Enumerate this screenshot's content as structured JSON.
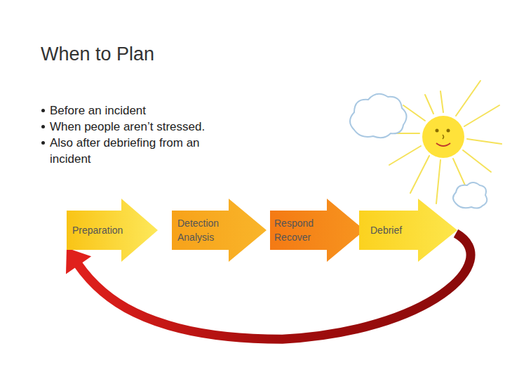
{
  "diagram": {
    "title": "When to Plan",
    "nodes": [
      {
        "text": [
          "Preparation"
        ]
      },
      {
        "text": [
          "Detection Analysis"
        ]
      },
      {
        "text": [
          "Respond Recover"
        ]
      },
      {
        "text": [
          "Debrief"
        ]
      }
    ],
    "edges": [
      {
        "from": 3,
        "to": 0,
        "arrow": "to"
      }
    ],
    "labels": [
      "Before an incident",
      "When people aren’t stressed.",
      "Also after debriefing from an incident"
    ]
  }
}
